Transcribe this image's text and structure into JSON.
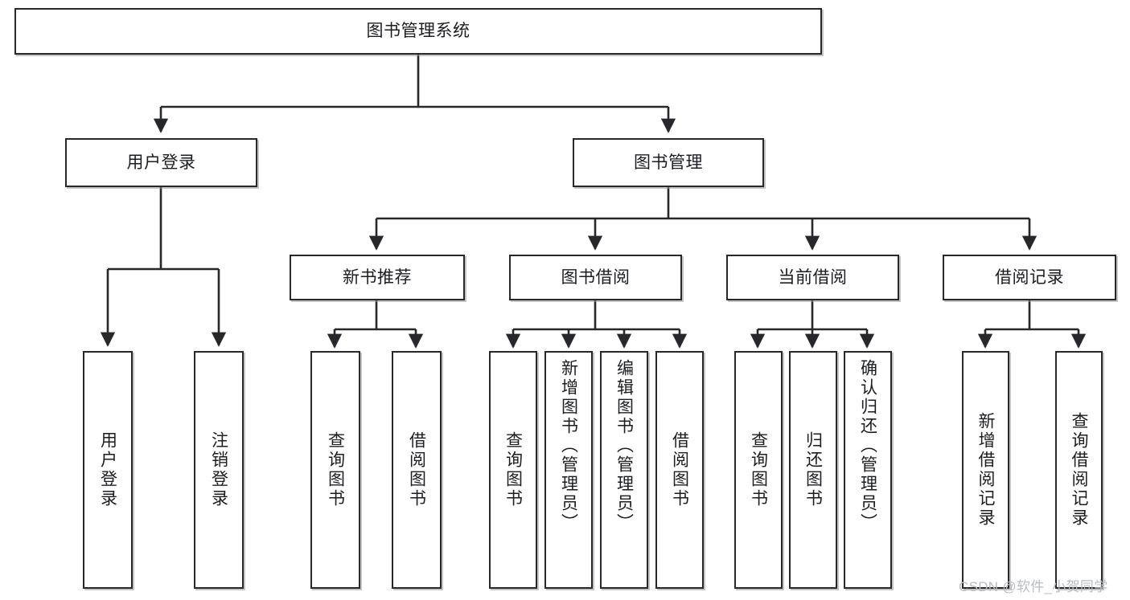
{
  "diagram": {
    "title": "图书管理系统",
    "watermark": "CSDN @软件_小贺同学",
    "level2": {
      "user_login": "用户登录",
      "book_manage": "图书管理"
    },
    "level3": {
      "new_book_rec": "新书推荐",
      "book_borrow": "图书借阅",
      "current_borrow": "当前借阅",
      "borrow_record": "借阅记录"
    },
    "leaves": {
      "user_login_1": "用户登录",
      "user_login_2": "注销登录",
      "new_book_rec_1": "查询图书",
      "new_book_rec_2": "借阅图书",
      "book_borrow_1": "查询图书",
      "book_borrow_2": "新增图书（管理员）",
      "book_borrow_3": "编辑图书（管理员）",
      "book_borrow_4": "借阅图书",
      "current_borrow_1": "查询图书",
      "current_borrow_2": "归还图书",
      "current_borrow_3": "确认归还（管理员）",
      "borrow_record_1": "新增借阅记录",
      "borrow_record_2": "查询借阅记录"
    },
    "colors": {
      "stroke": "#26282b",
      "fill": "#ffffff",
      "text": "#1b1d20",
      "watermark": "#b9bcc0"
    }
  }
}
